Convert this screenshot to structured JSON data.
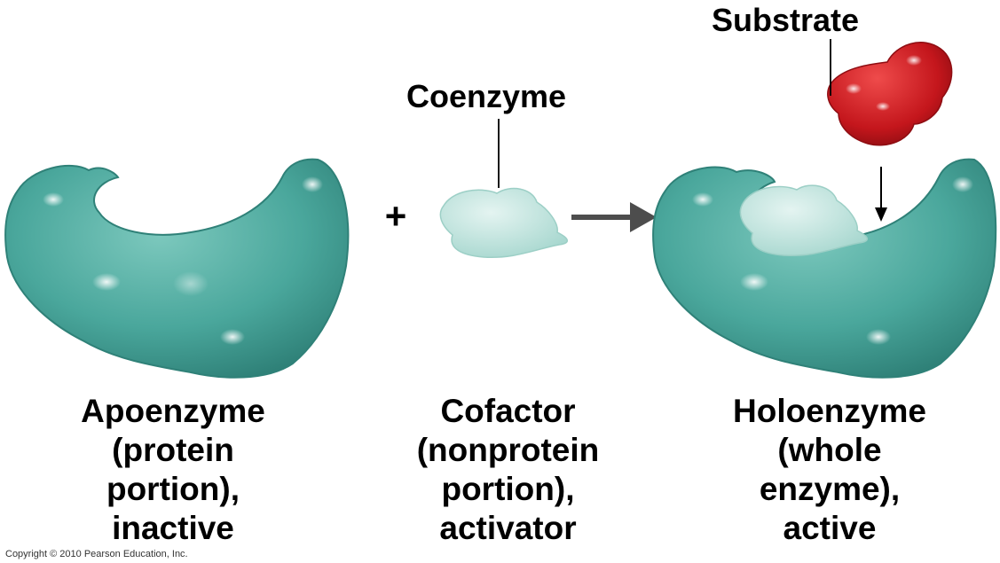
{
  "callouts": {
    "coenzyme": "Coenzyme",
    "substrate": "Substrate"
  },
  "operators": {
    "plus": "+"
  },
  "captions": {
    "apoenzyme": [
      "Apoenzyme",
      "(protein",
      "portion),",
      "inactive"
    ],
    "cofactor": [
      "Cofactor",
      "(nonprotein",
      "portion),",
      "activator"
    ],
    "holoenzyme": [
      "Holoenzyme",
      "(whole",
      "enzyme),",
      "active"
    ]
  },
  "copyright": "Copyright © 2010 Pearson Education, Inc.",
  "colors": {
    "protein": "#3f9e95",
    "protein_highlight": "#8fd3c9",
    "cofactor": "#b9e1da",
    "substrate": "#c4161c",
    "arrow": "#4d4d4d"
  },
  "icons": {
    "apoenzyme": "protein-blob-icon",
    "cofactor": "cofactor-blob-icon",
    "holoenzyme": "holoenzyme-blob-icon",
    "substrate": "substrate-blob-icon",
    "reaction_arrow": "arrow-right-icon"
  }
}
